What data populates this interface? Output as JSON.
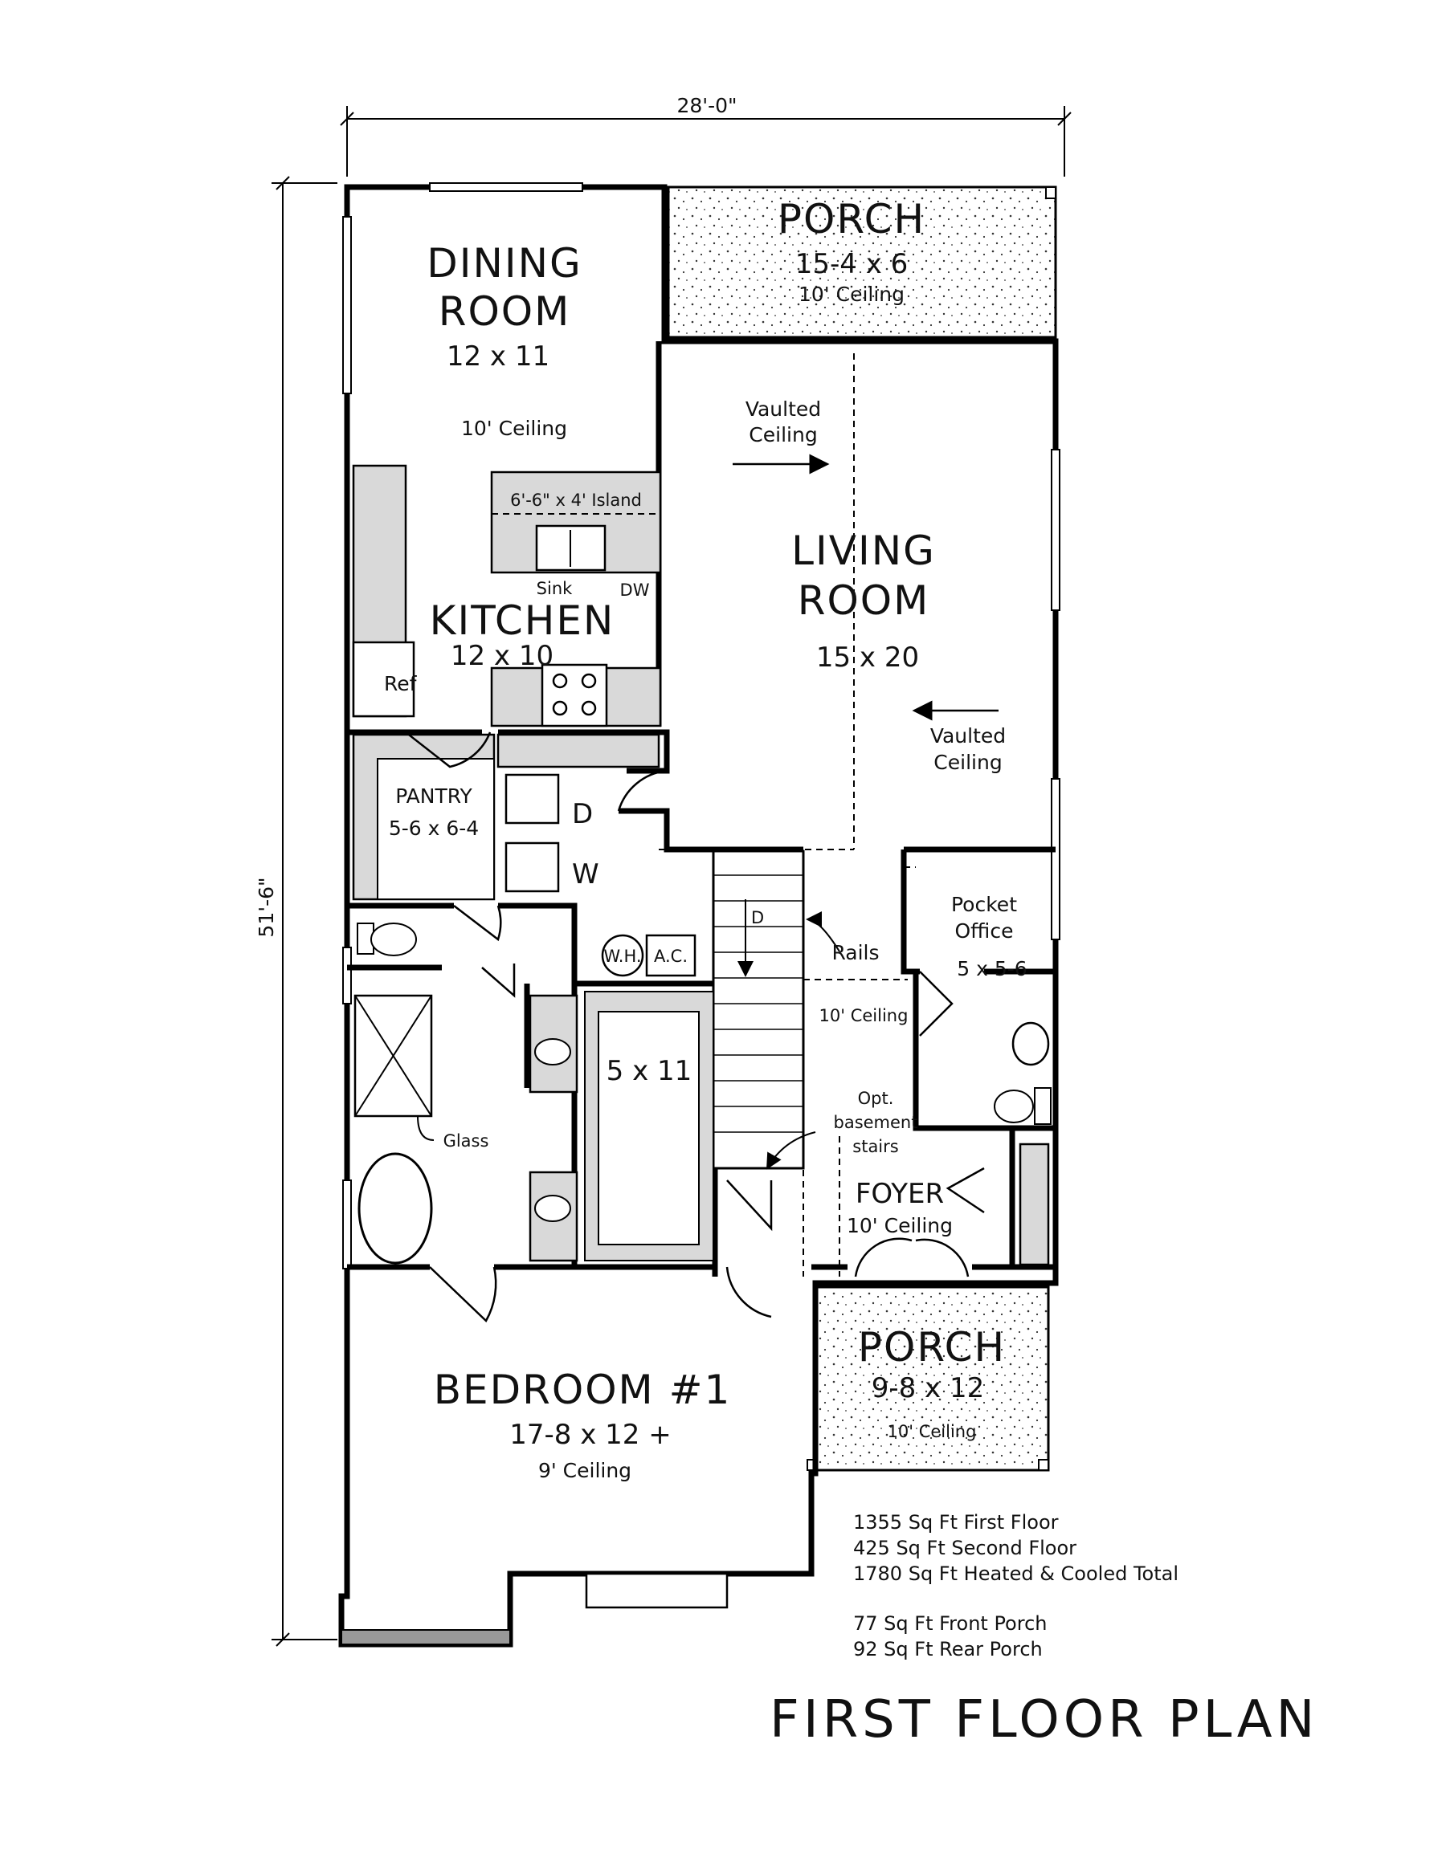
{
  "dimensions": {
    "width": "28'-0\"",
    "depth": "51'-6\""
  },
  "rooms": {
    "rear_porch": {
      "name": "PORCH",
      "size": "15-4 x 6",
      "ceiling": "10' Ceiling"
    },
    "dining": {
      "name_line1": "DINING",
      "name_line2": "ROOM",
      "size": "12 x 11",
      "ceiling": "10' Ceiling"
    },
    "living": {
      "name_line1": "LIVING",
      "name_line2": "ROOM",
      "size": "15 x 20",
      "vaulted_line1": "Vaulted",
      "vaulted_line2": "Ceiling"
    },
    "kitchen": {
      "name": "KITCHEN",
      "size": "12 x 10",
      "island": "6'-6\" x 4' Island",
      "sink": "Sink",
      "dw": "DW",
      "ref": "Ref"
    },
    "pantry": {
      "name": "PANTRY",
      "size": "5-6 x 6-4"
    },
    "laundry": {
      "dryer": "D",
      "washer": "W",
      "water_heater": "W.H.",
      "ac": "A.C."
    },
    "closet": {
      "size": "5 x 11"
    },
    "stairs": {
      "arrow_label": "D",
      "rails": "Rails",
      "opt_line1": "Opt.",
      "opt_line2": "basement",
      "opt_line3": "stairs",
      "ceiling": "10' Ceiling"
    },
    "pocket_office": {
      "name_line1": "Pocket",
      "name_line2": "Office",
      "size": "5 x 5-6"
    },
    "bath": {
      "glass": "Glass"
    },
    "foyer": {
      "name": "FOYER",
      "ceiling": "10' Ceiling"
    },
    "front_porch": {
      "name": "PORCH",
      "size": "9-8 x 12",
      "ceiling": "10' Ceiling"
    },
    "bedroom": {
      "name": "BEDROOM #1",
      "size": "17-8 x 12 +",
      "ceiling": "9' Ceiling"
    }
  },
  "notes": [
    "1355 Sq Ft First Floor",
    "425 Sq Ft Second Floor",
    "1780 Sq Ft Heated & Cooled Total",
    "",
    "77 Sq Ft Front Porch",
    "92 Sq Ft Rear Porch"
  ],
  "title": "FIRST FLOOR PLAN"
}
